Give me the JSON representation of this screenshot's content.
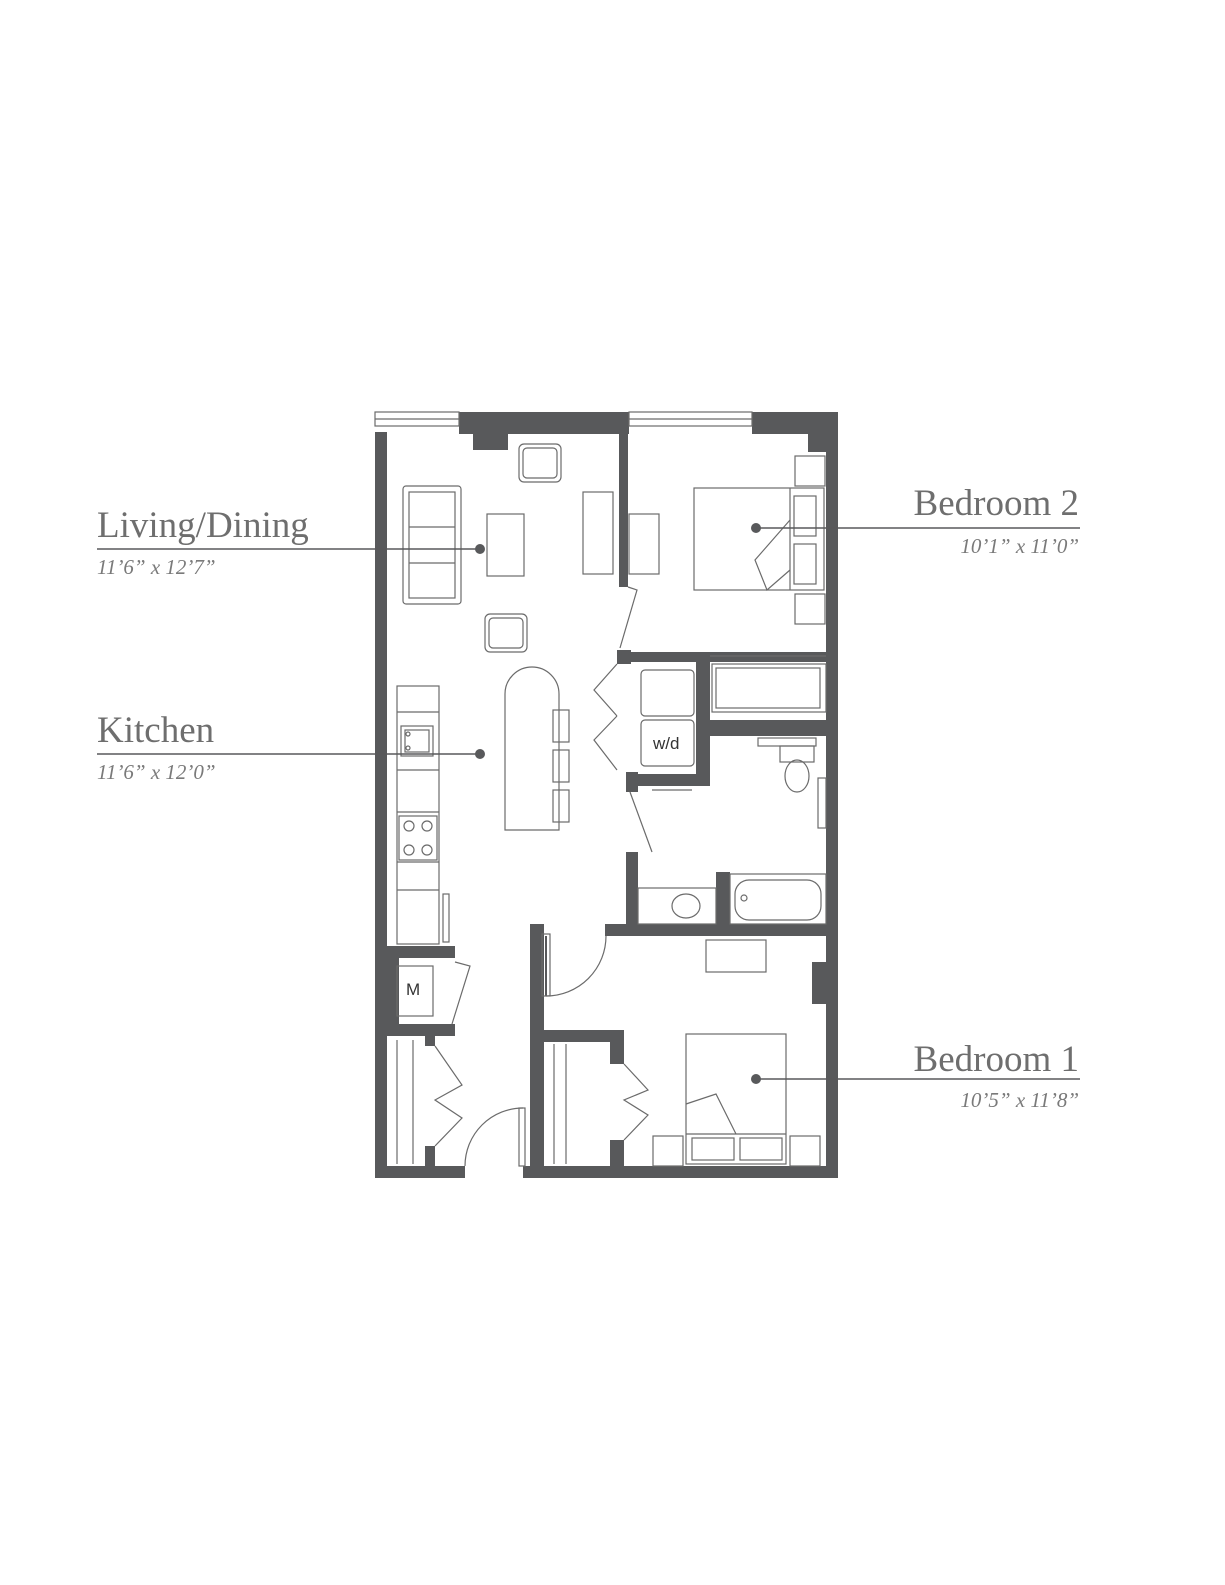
{
  "rooms": [
    {
      "name": "Living/Dining",
      "dimensions": "11’6” x 12’7”"
    },
    {
      "name": "Kitchen",
      "dimensions": "11’6” x 12’0”"
    },
    {
      "name": "Bedroom 2",
      "dimensions": "10’1” x 11’0”"
    },
    {
      "name": "Bedroom 1",
      "dimensions": "10’5” x 11’8”"
    }
  ],
  "fixtures": {
    "laundry_label": "w/d",
    "mechanical_label": "M"
  },
  "colors": {
    "wall": "#58595b",
    "label_text": "#6e6e6e",
    "background": "#ffffff"
  }
}
